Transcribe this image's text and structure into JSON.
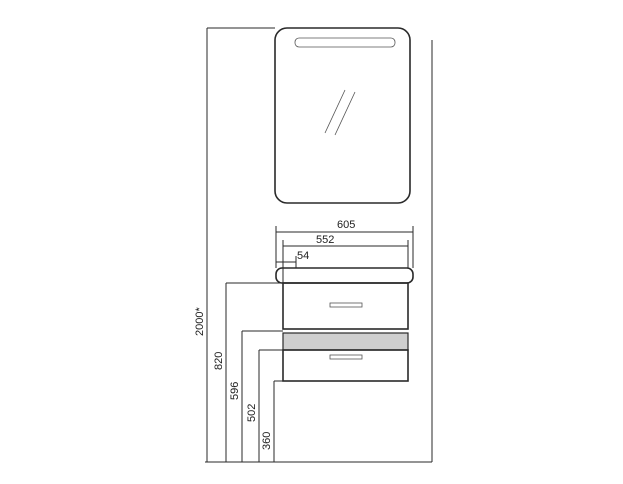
{
  "dimensions": {
    "total_height": "2000*",
    "cabinet_top_height": "820",
    "drawer_top_height": "596",
    "drawer_bottom_height": "502",
    "cabinet_bottom_height": "360",
    "outer_width": "605",
    "inner_width": "552",
    "offset_width": "54"
  }
}
